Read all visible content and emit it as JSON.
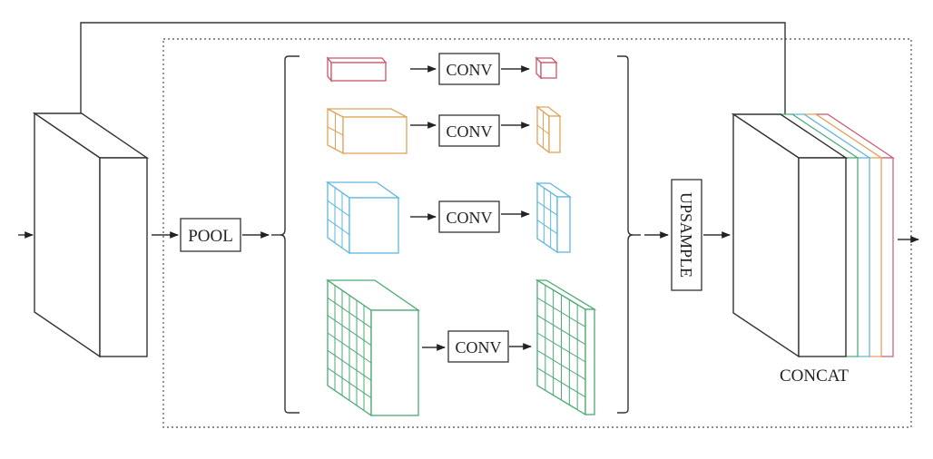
{
  "diagram": {
    "type": "pyramid-pooling-module",
    "labels": {
      "pool": "POOL",
      "conv": "CONV",
      "upsample": "UPSAMPLE",
      "concat": "CONCAT"
    },
    "colors": {
      "outline": "#333333",
      "level1": "#c9566a",
      "level2": "#e0a35a",
      "level3": "#5db6df",
      "level4": "#4caa72",
      "dotted_border": "#555555"
    },
    "branches": [
      {
        "name": "level-1",
        "grid": 1,
        "color_key": "level1"
      },
      {
        "name": "level-2",
        "grid": 2,
        "color_key": "level2"
      },
      {
        "name": "level-3",
        "grid": 3,
        "color_key": "level3"
      },
      {
        "name": "level-4",
        "grid": 6,
        "color_key": "level4"
      }
    ],
    "concat_layers": [
      "outline",
      "level4",
      "level3",
      "level2",
      "level1"
    ]
  }
}
